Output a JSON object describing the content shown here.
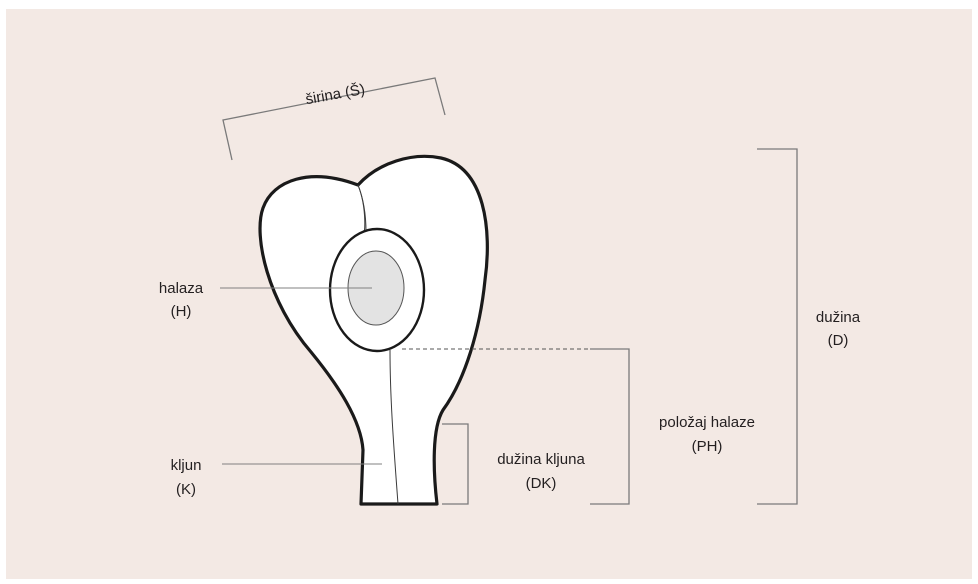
{
  "colors": {
    "background": "#f3e9e4",
    "outline": "#1a1a1a",
    "seed_fill": "#ffffff",
    "halaza_fill": "#e3e3e3",
    "leader_line": "#808080"
  },
  "labels": {
    "sirina": "širina (Š)",
    "halaza_name": "halaza",
    "halaza_abbr": "(H)",
    "kljun_name": "kljun",
    "kljun_abbr": "(K)",
    "duzina_name": "dužina",
    "duzina_abbr": "(D)",
    "polozaj_name": "položaj halaze",
    "polozaj_abbr": "(PH)",
    "duzina_kljuna_name": "dužina kljuna",
    "duzina_kljuna_abbr": "(DK)"
  }
}
